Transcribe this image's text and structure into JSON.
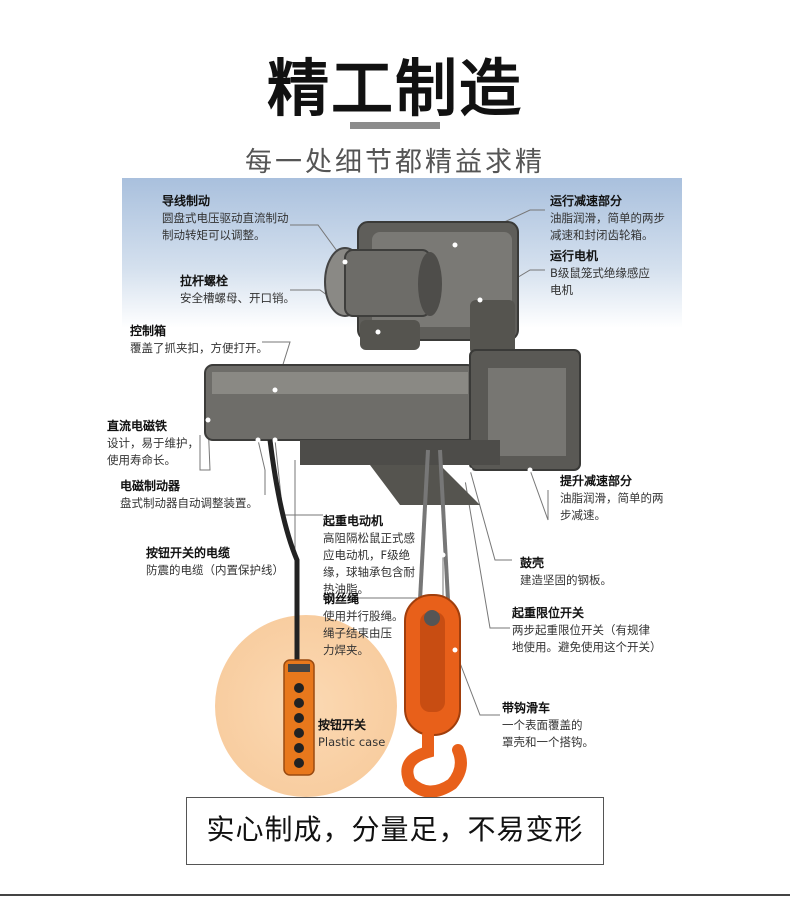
{
  "header": {
    "title": "精工制造",
    "subtitle": "每一处细节都精益求精"
  },
  "labels": [
    {
      "title": "导线制动",
      "lines": [
        "圆盘式电压驱动直流制动",
        "制动转矩可以调整。"
      ]
    },
    {
      "title": "拉杆螺栓",
      "lines": [
        "安全槽螺母、开口销。"
      ]
    },
    {
      "title": "控制箱",
      "lines": [
        "覆盖了抓夹扣，方便打开。"
      ]
    },
    {
      "title": "直流电磁铁",
      "lines": [
        "设计，易于维护，",
        "使用寿命长。"
      ]
    },
    {
      "title": "电磁制动器",
      "lines": [
        "盘式制动器自动调整装置。"
      ]
    },
    {
      "title": "按钮开关的电缆",
      "lines": [
        "防震的电缆（内置保护线）"
      ]
    },
    {
      "title": "起重电动机",
      "lines": [
        "高阻隔松鼠正式感",
        "应电动机，F级绝",
        "缘，球轴承包含耐",
        "热油脂。"
      ]
    },
    {
      "title": "钢丝绳",
      "lines": [
        "使用并行股绳。",
        "绳子结束由压",
        "力焊夹。"
      ]
    },
    {
      "title": "按钮开关",
      "lines": [
        "Plastic case"
      ]
    },
    {
      "title": "运行减速部分",
      "lines": [
        "油脂润滑，简单的两步",
        "减速和封闭齿轮箱。"
      ]
    },
    {
      "title": "运行电机",
      "lines": [
        "B级鼠笼式绝缘感应",
        "电机"
      ]
    },
    {
      "title": "提升减速部分",
      "lines": [
        "油脂润滑，简单的两",
        "步减速。"
      ]
    },
    {
      "title": "鼓壳",
      "lines": [
        "建造坚固的钢板。"
      ]
    },
    {
      "title": "起重限位开关",
      "lines": [
        "两步起重限位开关（有规律",
        "地使用。避免使用这个开关）"
      ]
    },
    {
      "title": "带钩滑车",
      "lines": [
        "一个表面覆盖的",
        "罩壳和一个搭钩。"
      ]
    }
  ],
  "footer": {
    "text": "实心制成，分量足，不易变形"
  },
  "colors": {
    "hook_orange": "#e8601a",
    "machine_gray": "#6f6e6a",
    "sky_blue": "#a9c0dd"
  }
}
